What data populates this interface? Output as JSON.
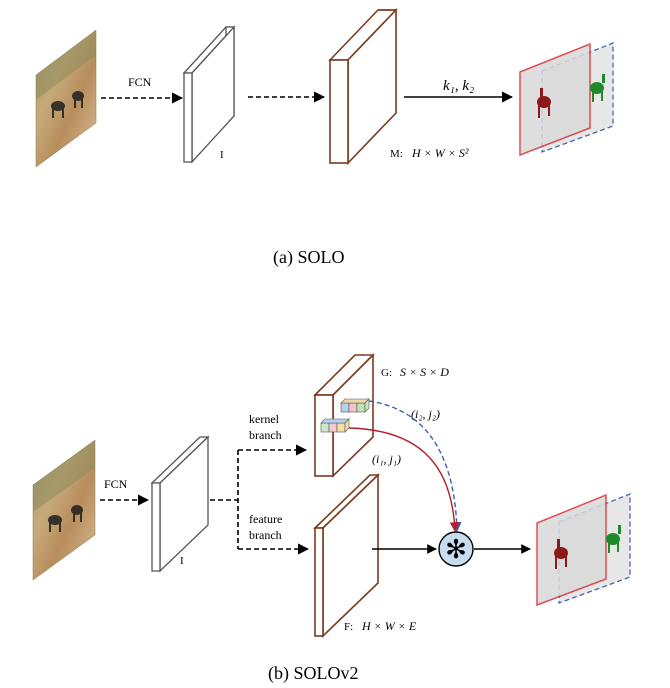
{
  "panel_a": {
    "fcn_label": "FCN",
    "feature_label": "I",
    "mask_label": "M:",
    "mask_shape": "H × W × S²",
    "kernel_label": "k₁,  k₂",
    "caption": "(a)  SOLO"
  },
  "panel_b": {
    "fcn_label": "FCN",
    "feature_label": "I",
    "kernel_branch_line1": "kernel",
    "kernel_branch_line2": "branch",
    "feature_branch_line1": "feature",
    "feature_branch_line2": "branch",
    "g_label": "G:",
    "g_shape": "S × S × D",
    "f_label": "F:",
    "f_shape": "H × W × E",
    "idx2_label": "(i₂, j₂)",
    "idx1_label": "(i₁, j₁)",
    "conv_symbol": "✻",
    "caption": "(b)  SOLOv2"
  },
  "colors": {
    "brown": "#7a3b1e",
    "mask_red": "#d6323a",
    "mask_blue": "#3a5fb0",
    "conv_fill": "#c6dcef",
    "arrow_red": "#b31d2b",
    "arrow_blue": "#3a5fb0"
  }
}
